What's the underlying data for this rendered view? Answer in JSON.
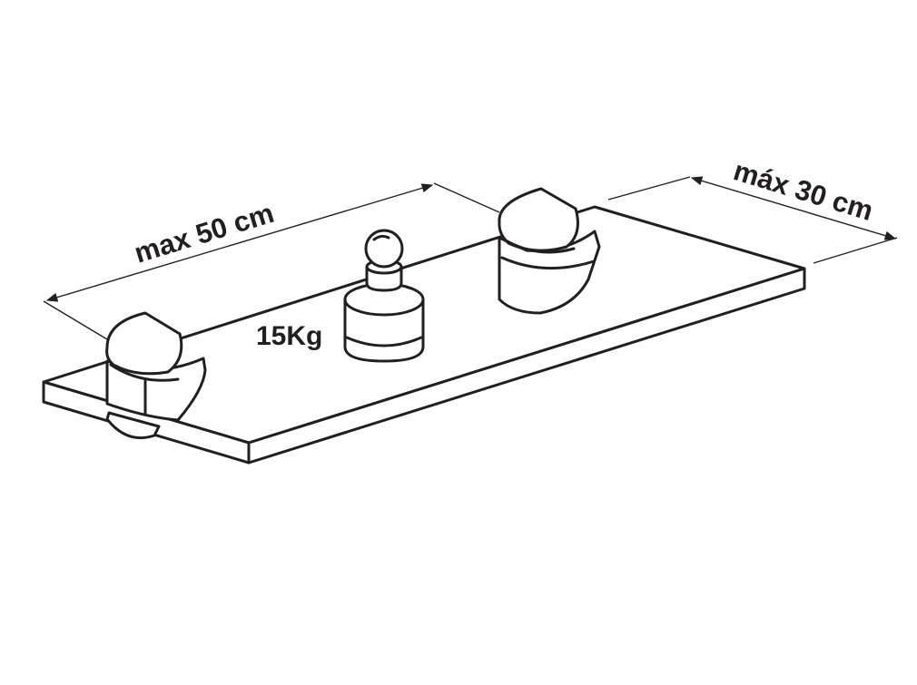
{
  "labels": {
    "length": "max 50 cm",
    "depth": "máx 30 cm",
    "load": "15Kg"
  },
  "colors": {
    "line": "#231f20",
    "background": "#ffffff"
  },
  "icons": {
    "weight": "weight-icon",
    "support": "shelf-support-icon",
    "shelf": "shelf-board"
  }
}
